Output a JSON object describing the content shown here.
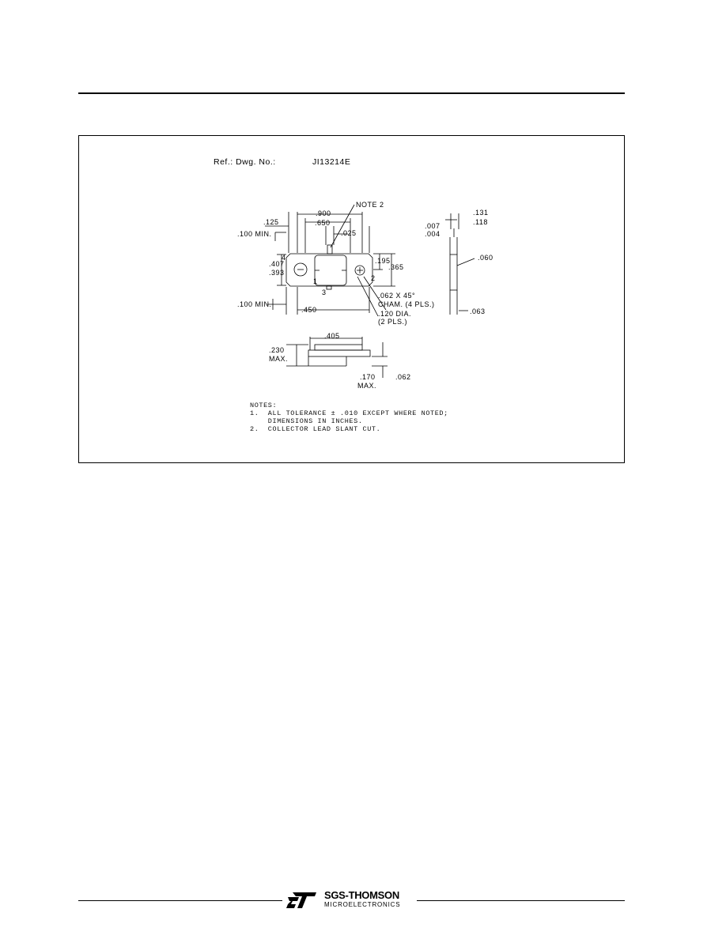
{
  "drawing": {
    "ref_label": "Ref.: Dwg. No.:",
    "ref_number": "JI13214E",
    "dims": {
      "d125": ".125",
      "d900": ".900",
      "note2": "NOTE 2",
      "d100min_top": ".100 MIN.",
      "d650": ".650",
      "d025": ".025",
      "d4": "4",
      "d407": ".407",
      "d393": ".393",
      "d1": "1",
      "d2": "2",
      "d3": "3",
      "d195": ".195",
      "d365": ".365",
      "d100min_bot": ".100 MIN.",
      "d450": ".450",
      "d062x45": ".062 X 45°",
      "chamf": "CHAM. (4 PLS.)",
      "d120dia": ".120 DIA.",
      "pls2": "(2 PLS.)",
      "d007": ".007",
      "d004": ".004",
      "d131": ".131",
      "d118": ".118",
      "d060": ".060",
      "d063": ".063",
      "d405": ".405",
      "d230": ".230",
      "max1": "MAX.",
      "d170": ".170",
      "max2": "MAX.",
      "d062": ".062"
    }
  },
  "notes": {
    "title": "NOTES:",
    "line1": "1.  ALL TOLERANCE ± .010 EXCEPT WHERE NOTED;",
    "line2": "    DIMENSIONS IN INCHES.",
    "line3": "2.  COLLECTOR LEAD SLANT CUT."
  },
  "footer": {
    "brand": "SGS-THOMSON",
    "sub": "MICROELECTRONICS"
  }
}
